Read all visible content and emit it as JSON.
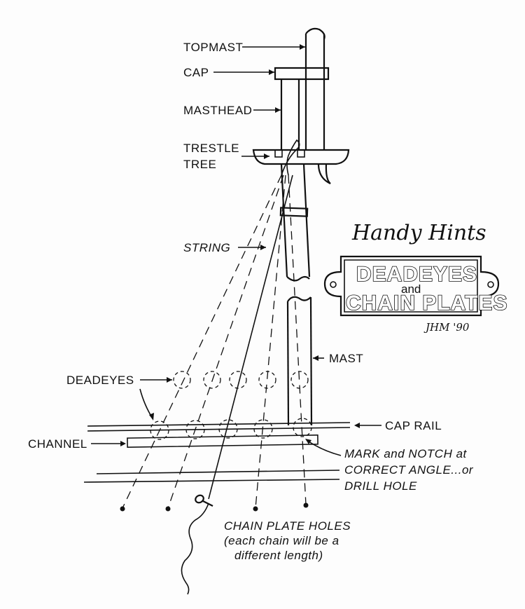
{
  "labels": {
    "topmast": "TOPMAST",
    "cap": "CAP",
    "masthead": "MASTHEAD",
    "trestle_line1": "TRESTLE",
    "trestle_line2": "TREE",
    "string": "STRING",
    "mast": "MAST",
    "deadeyes": "DEADEYES",
    "channel": "CHANNEL",
    "cap_rail": "CAP RAIL",
    "mark_line1": "MARK and NOTCH at",
    "mark_line2": "CORRECT ANGLE...or",
    "mark_line3": "DRILL HOLE",
    "holes_line1": "CHAIN PLATE HOLES",
    "holes_line2": "(each chain will be a",
    "holes_line3": "different length)"
  },
  "title_plate": {
    "script": "Handy Hints",
    "line1": "DEADEYES",
    "and": "and",
    "line2": "CHAIN PLATES",
    "signature": "JHM '90"
  }
}
